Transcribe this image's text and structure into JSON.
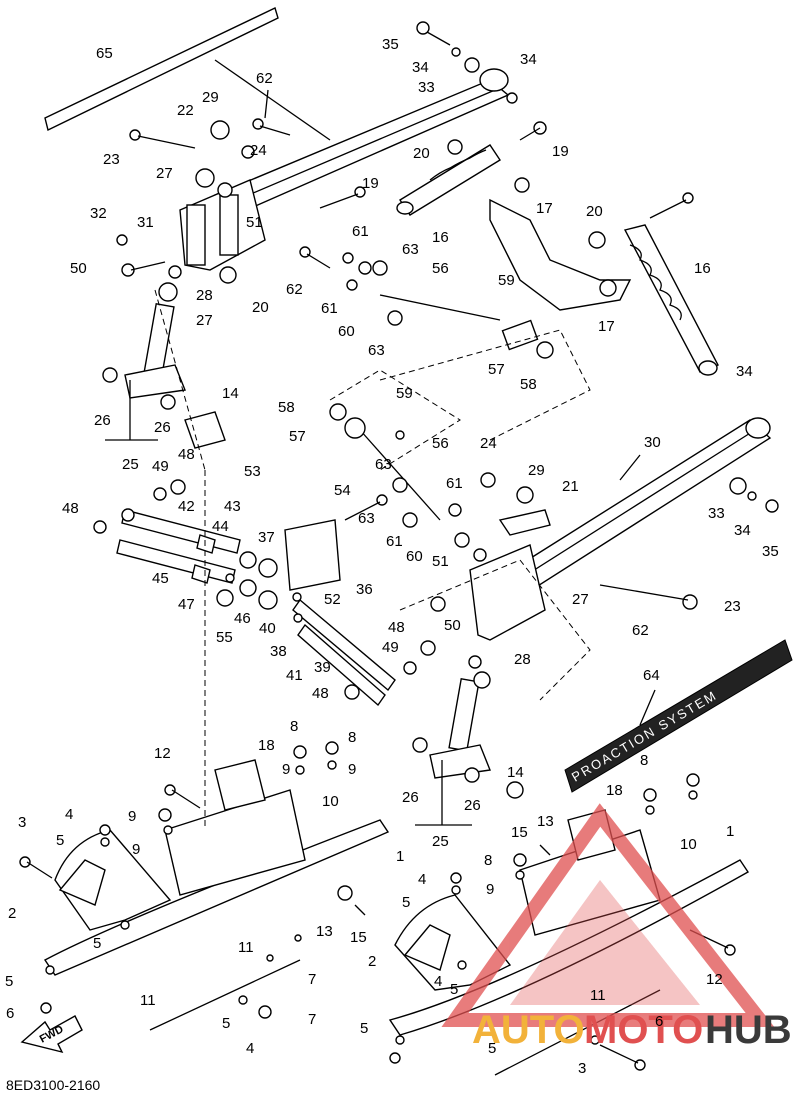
{
  "diagram": {
    "part_code": "8ED3100-2160",
    "fwd_label": "FWD",
    "decal_text": "PROACTION SYSTEM",
    "watermark": {
      "auto": "AUTO",
      "moto": "MOTO",
      "hub": "HUB"
    },
    "callouts": [
      "65",
      "35",
      "34",
      "33",
      "34",
      "62",
      "29",
      "22",
      "23",
      "24",
      "27",
      "20",
      "19",
      "16",
      "17",
      "19",
      "32",
      "31",
      "51",
      "61",
      "63",
      "56",
      "20",
      "16",
      "50",
      "28",
      "20",
      "62",
      "61",
      "59",
      "60",
      "17",
      "27",
      "63",
      "57",
      "58",
      "26",
      "26",
      "25",
      "14",
      "58",
      "59",
      "48",
      "57",
      "56",
      "34",
      "30",
      "24",
      "29",
      "21",
      "49",
      "63",
      "53",
      "54",
      "61",
      "33",
      "34",
      "35",
      "48",
      "42",
      "43",
      "44",
      "37",
      "63",
      "51",
      "45",
      "61",
      "60",
      "47",
      "36",
      "62",
      "23",
      "46",
      "55",
      "40",
      "52",
      "50",
      "27",
      "38",
      "48",
      "28",
      "41",
      "49",
      "39",
      "48",
      "64",
      "8",
      "12",
      "18",
      "8",
      "9",
      "9",
      "8",
      "10",
      "4",
      "9",
      "26",
      "14",
      "26",
      "9",
      "3",
      "5",
      "1",
      "15",
      "13",
      "25",
      "18",
      "8",
      "9",
      "10",
      "1",
      "2",
      "4",
      "13",
      "15",
      "5",
      "5",
      "11",
      "7",
      "2",
      "4",
      "5",
      "5",
      "12",
      "6",
      "5",
      "11",
      "7",
      "4",
      "5",
      "11",
      "6",
      "5",
      "3"
    ]
  }
}
